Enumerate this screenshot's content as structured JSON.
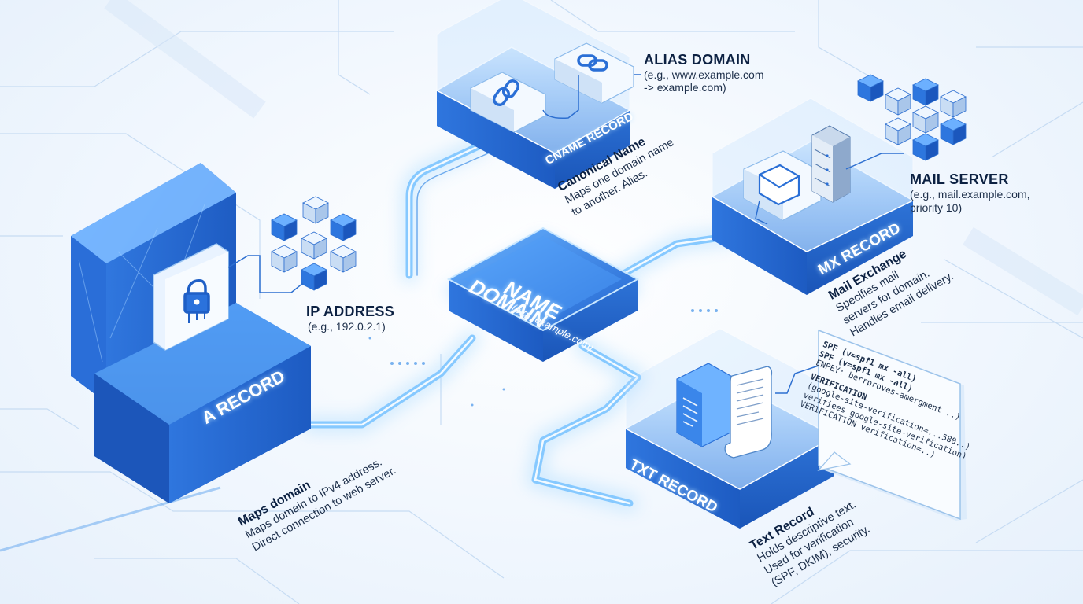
{
  "center": {
    "title_line1": "DOMAIN",
    "title_line2": "NAME",
    "example": "(e.g., example.com)"
  },
  "a_record": {
    "platform_label": "A RECORD",
    "target_title": "IP ADDRESS",
    "target_example": "(e.g., 192.0.2.1)",
    "desc_title": "Maps domain",
    "desc_line1": "Maps domain to IPv4 address.",
    "desc_line2": "Direct connection to web server."
  },
  "cname_record": {
    "platform_label": "CNAME RECORD",
    "target_title": "ALIAS DOMAIN",
    "target_example1": "(e.g., www.example.com",
    "target_example2": "-> example.com)",
    "desc_title": "Canonical Name",
    "desc_line1": "Maps one domain name",
    "desc_line2": "to another. Alias."
  },
  "mx_record": {
    "platform_label": "MX RECORD",
    "target_title": "MAIL SERVER",
    "target_example1": "(e.g., mail.example.com,",
    "target_example2": "priority 10)",
    "desc_title": "Mail Exchange",
    "desc_line1": "Specifies mail",
    "desc_line2": "servers for domain.",
    "desc_line3": "Handles email delivery."
  },
  "txt_record": {
    "platform_label": "TXT RECORD",
    "desc_title": "Text Record",
    "desc_line1": "Holds descriptive text.",
    "desc_line2": "Used for verification",
    "desc_line3": "(SPF, DKIM), security.",
    "panel_lines": [
      "SPF (v=spf1 mx -all)",
      "SPF (v=spf1 mx -all)",
      "ENPEY: berrproves-amergment ..)",
      "VERIFICATION",
      "(google-site-verification=...580..)",
      "verifiees google-site-verification)",
      "VERIFICATION verification=..)"
    ]
  },
  "colors": {
    "accent": "#2f7fe0",
    "deep": "#1e5cc4",
    "glow": "#8fd0ff",
    "line": "#9fc3ea"
  }
}
